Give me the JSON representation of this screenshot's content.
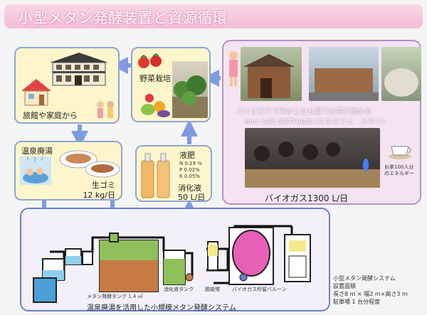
{
  "title": "小型メタン発酵装置と資源循環",
  "ryokan": {
    "label": "旅館や家庭から"
  },
  "onsen": {
    "label": "温泉廃湯",
    "garbage_label": "生ゴミ",
    "garbage_amount": "12 kg/日"
  },
  "vegetable": {
    "label": "野菜栽培"
  },
  "fertilizer": {
    "label": "液肥",
    "n": "N  0.19 %",
    "p": "P  0.02%",
    "k": "K  0.05%",
    "digestate_label": "消化液",
    "digestate_amount": "50 L/日"
  },
  "cafe": {
    "caption1": "バイオガスで沸かしたお湯でお茶が飲める",
    "caption2": "ene café METHANE (エネカフェ　メタン)",
    "tea_note1": "お茶100人分",
    "tea_note2": "のエネルギー",
    "biogas": "バイオガス1300 L/日"
  },
  "system": {
    "caption": "温泉廃湯を活用した小規模メタン発酵システム",
    "tank_label": "メタン発酵タンク 1.4 ㎥",
    "digestate_tank": "消化液タンク",
    "desulfurizer": "脱硫塔",
    "balloon": "バイオガス貯留バルーン"
  },
  "specs": {
    "line1": "小型メタン発酵システム",
    "line2": "設置面積",
    "line3": "長さ8 m × 幅2 m×高さ3 m",
    "line4": "駐車場 1 台分程度"
  },
  "colors": {
    "arrow": "#7f9be0",
    "pink": "#f3bcd6",
    "yellow": "#fdf6cc",
    "purple": "#f4e3f1"
  }
}
